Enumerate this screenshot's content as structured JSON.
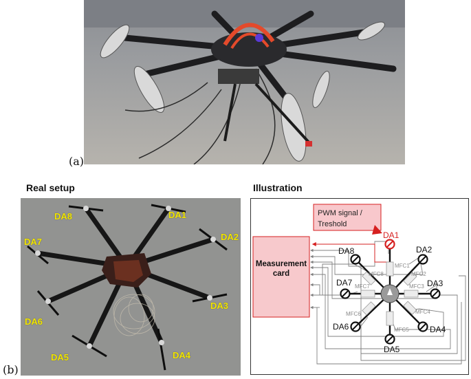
{
  "figure": {
    "panel_a_label": "(a)",
    "panel_b_label": "(b)",
    "real_setup_heading": "Real setup",
    "illustration_heading": "Illustration"
  },
  "photo_labels": [
    "DA8",
    "DA1",
    "DA7",
    "DA2",
    "DA3",
    "DA6",
    "DA5",
    "DA4"
  ],
  "illustration": {
    "pwm_box": [
      "PWM signal /",
      "Treshold"
    ],
    "measurement_card": [
      "Measurement",
      "card"
    ],
    "arm_labels": [
      "DA1",
      "DA2",
      "DA3",
      "DA4",
      "DA5",
      "DA6",
      "DA7",
      "DA8"
    ],
    "mfc_labels": [
      "MFC1",
      "MFC2",
      "MFC3",
      "MFC4",
      "MFC5",
      "MFC6",
      "MFC7",
      "MFC8"
    ],
    "colors": {
      "pwm_fill": "#f8c8cc",
      "pwm_stroke": "#d62020",
      "card_fill": "#f7c9cc",
      "wire": "#808080",
      "da1_red": "#d62020"
    }
  }
}
